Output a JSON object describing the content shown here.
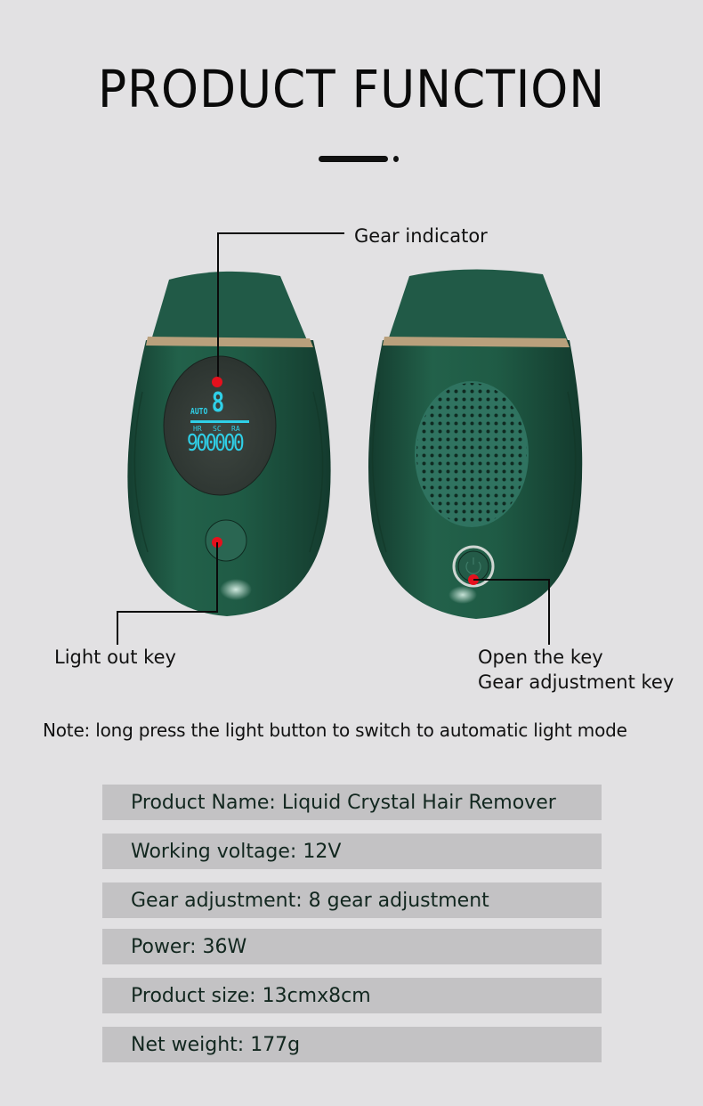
{
  "header": {
    "title": "PRODUCT FUNCTION"
  },
  "callouts": {
    "gear_indicator": "Gear indicator",
    "light_out_key": "Light out key",
    "open_key_line1": "Open the key",
    "open_key_line2": "Gear adjustment key"
  },
  "display": {
    "mode": "AUTO",
    "gear": "8",
    "labels": [
      "HR",
      "SC",
      "RA"
    ],
    "count": "900000"
  },
  "note": "Note: long press the light button to switch to automatic light mode",
  "specs": [
    {
      "label": "Product Name: Liquid Crystal Hair Remover"
    },
    {
      "label": "Working voltage: 12V"
    },
    {
      "label": "Gear adjustment: 8 gear adjustment"
    },
    {
      "label": "Power: 36W"
    },
    {
      "label": "Product size: 13cmx8cm"
    },
    {
      "label": "Net weight: 177g"
    }
  ],
  "colors": {
    "background": "#e2e1e3",
    "device_green": "#1f5a45",
    "gold_band": "#b9a07c",
    "lcd_cyan": "#2fd0e8",
    "marker_red": "#e5101d",
    "spec_row_bg": "#c3c2c4"
  }
}
